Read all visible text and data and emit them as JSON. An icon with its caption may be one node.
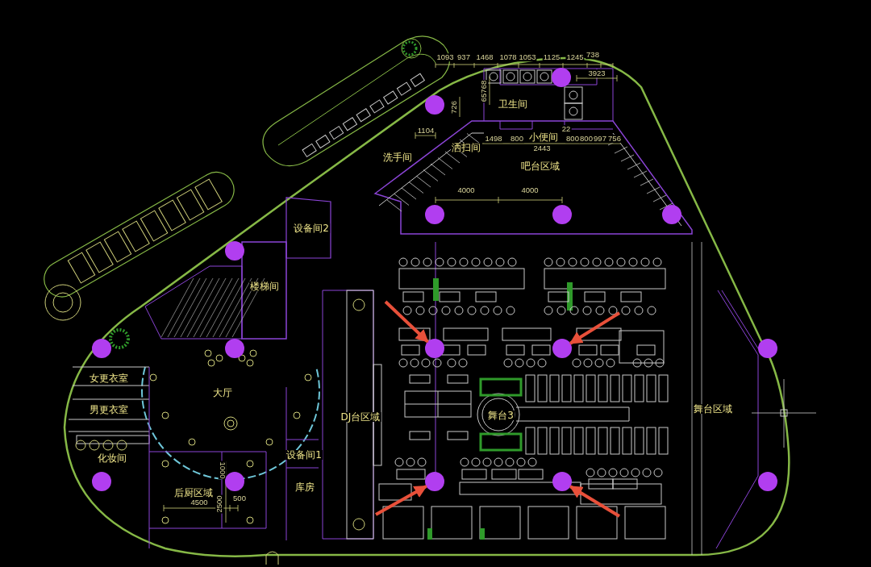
{
  "diagram": {
    "nodes": [
      {
        "text": [],
        "shape": "circle"
      },
      {
        "text": [],
        "shape": "circle"
      },
      {
        "text": [],
        "shape": "circle"
      },
      {
        "text": [],
        "shape": "circle"
      },
      {
        "text": [],
        "shape": "circle"
      },
      {
        "text": [],
        "shape": "circle"
      },
      {
        "text": [],
        "shape": "circle"
      },
      {
        "text": [],
        "shape": "circle"
      },
      {
        "text": [],
        "shape": "circle"
      },
      {
        "text": [],
        "shape": "circle"
      },
      {
        "text": [],
        "shape": "circle"
      },
      {
        "text": [],
        "shape": "circle"
      },
      {
        "text": [],
        "shape": "circle"
      },
      {
        "text": [],
        "shape": "circle"
      },
      {
        "text": [],
        "shape": "circle"
      },
      {
        "text": [],
        "shape": "circle"
      }
    ],
    "edges": [
      {
        "from": null,
        "to": 8,
        "arrow": "to"
      },
      {
        "from": null,
        "to": 9,
        "arrow": "to"
      },
      {
        "from": null,
        "to": 13,
        "arrow": "to"
      },
      {
        "from": null,
        "to": 14,
        "arrow": "to"
      }
    ],
    "labels": [
      "1093",
      "937",
      "1468",
      "1078",
      "1053",
      "1125",
      "1245",
      "738",
      "3923",
      "65768",
      "卫生间",
      "726",
      "1104",
      "22",
      "1498",
      "800",
      "小便间",
      "800",
      "800",
      "997",
      "756",
      "洒扫间",
      "2443",
      "洗手间",
      "吧台区域",
      "4000",
      "4000",
      "设备间2",
      "楼梯间",
      "女更衣室",
      "大厅",
      "男更衣室",
      "DJ台区域",
      "舞台3",
      "舞台区域",
      "化妆间",
      "设备间1",
      "1000",
      "后厨区域",
      "库房",
      "4500",
      "500",
      "2500"
    ]
  }
}
